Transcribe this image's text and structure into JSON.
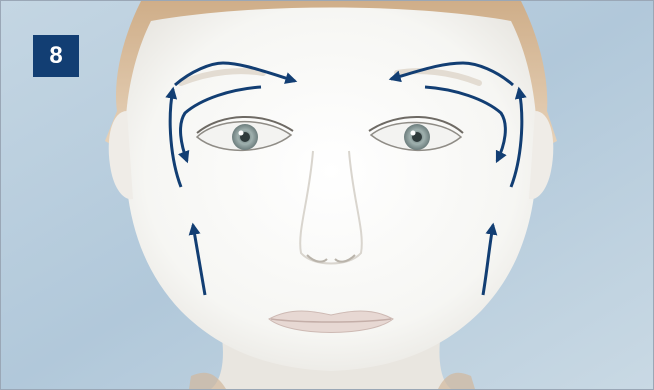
{
  "step": {
    "number": "8",
    "badge_color": "#123e73"
  },
  "colors": {
    "background": "#b7cddd",
    "skin": "#f7f7f5",
    "hair": "#d8b894",
    "arrow": "#123e73"
  },
  "illustration": {
    "subject": "face-massage-diagram",
    "arrow_count": 8
  }
}
